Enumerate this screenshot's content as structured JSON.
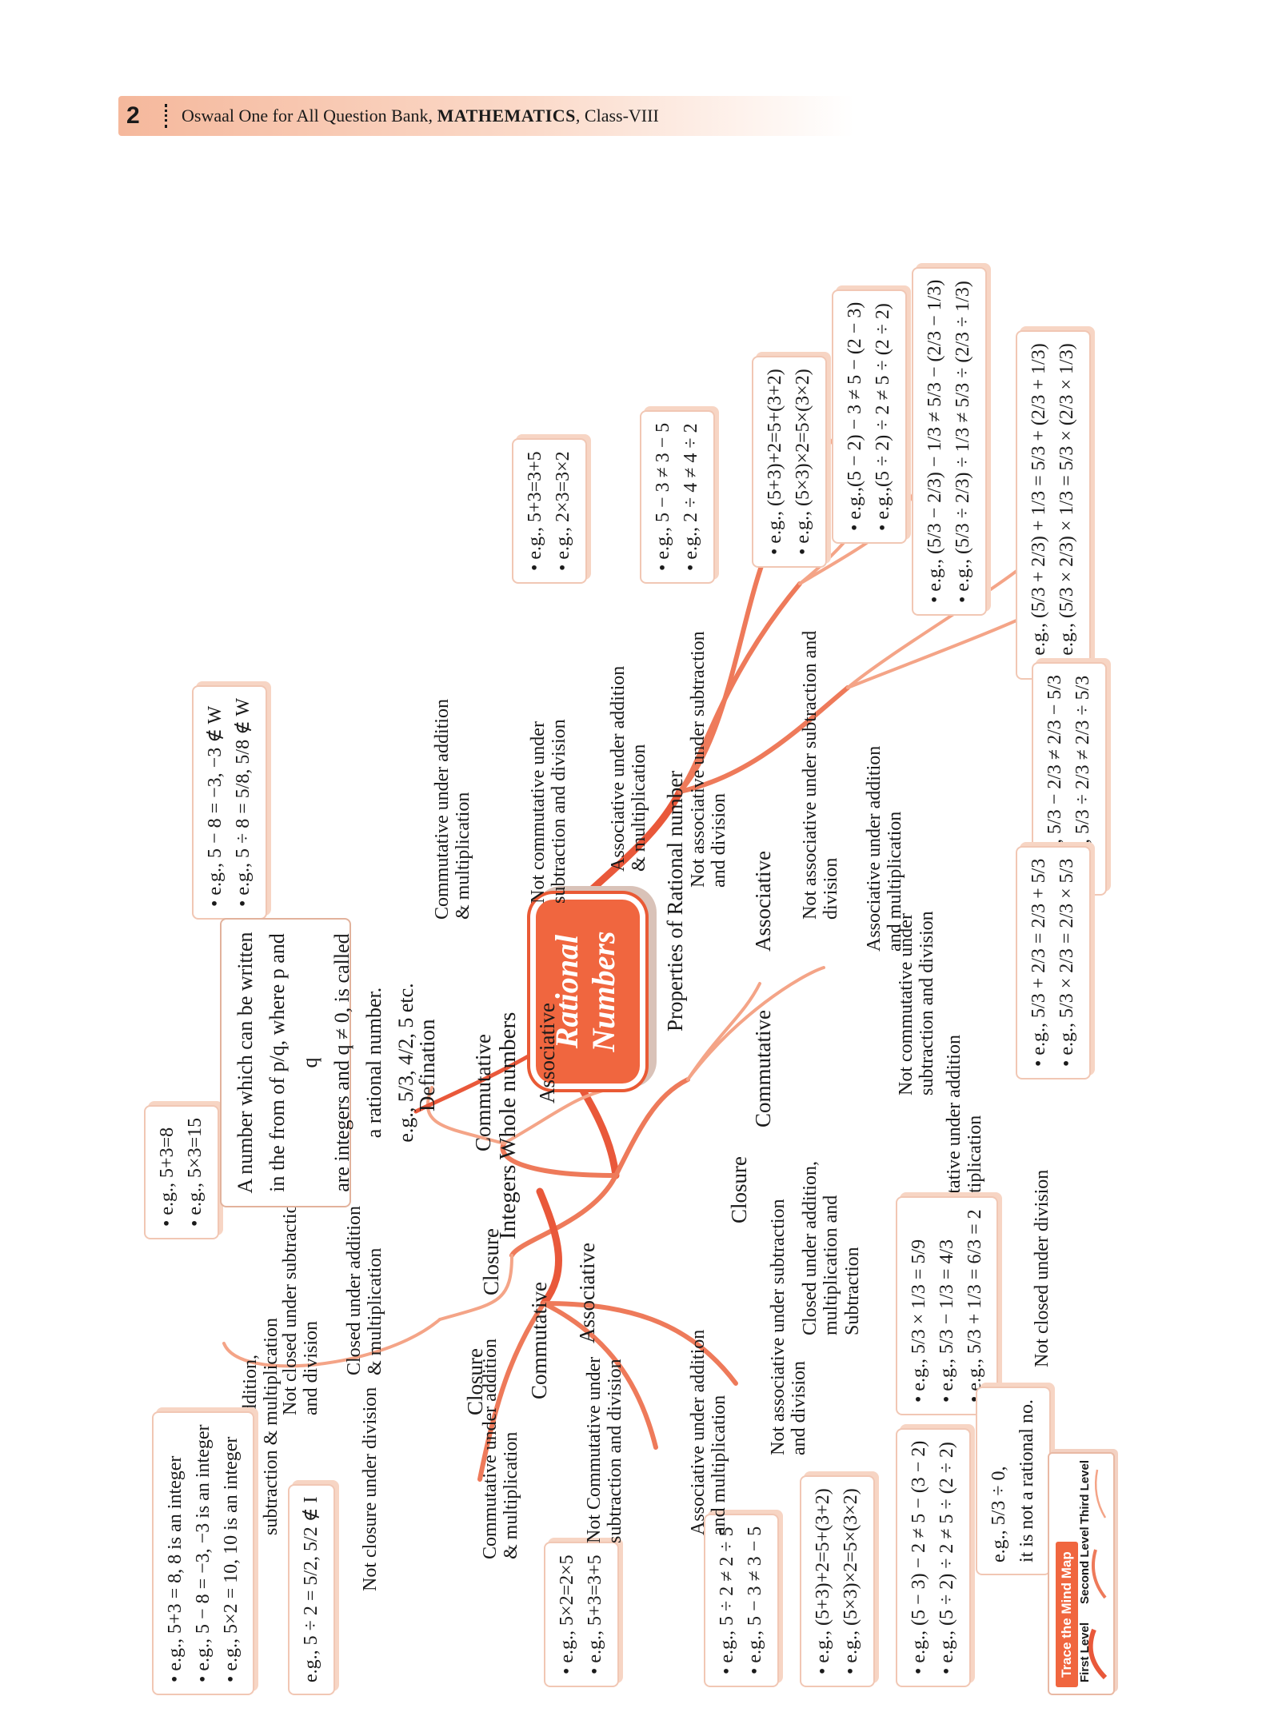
{
  "header": {
    "page_number": "2",
    "series": "Oswaal One for All Question Bank,",
    "subject": "MATHEMATICS",
    "class": ", Class-VIII"
  },
  "center": {
    "line1": "Rational",
    "line2": "Numbers"
  },
  "branches": {
    "whole": {
      "line1": "Whole",
      "line2": "numbers",
      "closure": "Closure",
      "closed_label1": "Closed under addition",
      "closed_label2": "& multiplication",
      "closed_examples": [
        "e.g., 5+3=8",
        "e.g., 5×3=15"
      ],
      "notclosed_label1": "Not closed under subtraction",
      "notclosed_label2": "and division",
      "notclosed_examples": [
        "e.g., 5 − 8 = −3, −3 ∉ W",
        "e.g., 5 ÷ 8 = 5/8, 5/8 ∉ W"
      ],
      "commutative": "Commutative",
      "comm_label1": "Commutative under addition",
      "comm_label2": "& multiplication",
      "comm_examples": [
        "e.g., 5+3=3+5",
        "e.g., 2×3=3×2"
      ],
      "notcomm_label1": "Not commutative under",
      "notcomm_label2": "subtraction and division",
      "notcomm_examples": [
        "e.g., 5 − 3 ≠ 3 − 5",
        "e.g., 2 ÷ 4 ≠ 4 ÷ 2"
      ],
      "associative": "Associative",
      "assoc_label1": "Associative under addition",
      "assoc_label2": "& multiplication",
      "assoc_examples": [
        "e.g., (5+3)+2=5+(3+2)",
        "e.g., (5×3)×2=5×(3×2)"
      ],
      "notassoc_label1": "Not associative under subtraction",
      "notassoc_label2": "and division",
      "notassoc_examples": [
        "e.g.,(5 − 2) − 3 ≠ 5 − (2 − 3)",
        "e.g.,(5 ÷ 2) ÷ 2 ≠ 5 ÷ (2 ÷ 2)"
      ]
    },
    "properties": {
      "line1": "Properties",
      "line2": "of Rational",
      "line3": "number",
      "associative": "Associative",
      "notassoc_label1": "Not associative under subtraction and",
      "notassoc_label2": "division",
      "notassoc_examples": [
        "e.g., (5/3 − 2/3) − 1/3 ≠ 5/3 − (2/3 − 1/3)",
        "e.g., (5/3 ÷ 2/3) ÷ 1/3 ≠ 5/3 ÷ (2/3 ÷ 1/3)"
      ],
      "assoc_label1": "Associative under addition",
      "assoc_label2": "and multiplication",
      "assoc_examples": [
        "e.g., (5/3 + 2/3) + 1/3 = 5/3 + (2/3 + 1/3)",
        "e.g., (5/3 × 2/3) × 1/3 = 5/3 × (2/3 × 1/3)"
      ],
      "commutative": "Commutative",
      "notcomm_label1": "Not commutative under",
      "notcomm_label2": "subtraction and division",
      "notcomm_examples": [
        "e.g., 5/3 − 2/3 ≠ 2/3 − 5/3",
        "e.g., 5/3 ÷ 2/3 ≠ 2/3 ÷ 5/3"
      ],
      "comm_label1": "Commutative under addition",
      "comm_label2": "and multiplication",
      "comm_examples": [
        "e.g., 5/3 + 2/3 = 2/3 + 5/3",
        "e.g., 5/3 × 2/3 = 2/3 × 5/3"
      ],
      "closure": "Closure",
      "closed_label1": "Closed under addition,",
      "closed_label2": "multiplication and",
      "closed_label3": "Subtraction",
      "closed_examples": [
        "e.g., 5/3 × 1/3 = 5/9",
        "e.g., 5/3 − 1/3 = 4/3",
        "e.g., 5/3 + 1/3 = 6/3 = 2"
      ],
      "notclosed_label": "Not closed under division",
      "notclosed_example": "e.g., 5/3 ÷ 0,",
      "notclosed_note": "it is not a rational no."
    },
    "definition": {
      "label": "Defination",
      "text1": "A number which can be written",
      "text2": "in the from of p/q, where p and q",
      "text3": "are integers and q ≠ 0, is called",
      "text4": "a rational number.",
      "text5": "e.g., 5/3, 4/2, 5 etc."
    },
    "integers": {
      "label": "Integers",
      "closure": "Closure",
      "closure_label1": "Closure under addition,",
      "closure_label2": "subtraction & multiplication",
      "closure_examples": [
        "e.g., 5+3 = 8, 8 is an integer",
        "e.g., 5 − 8 = −3, −3 is an integer",
        "e.g., 5×2 = 10, 10 is an integer"
      ],
      "notclosure_label": "Not closure under division",
      "notclosure_example": "e.g., 5 ÷ 2 = 5/2, 5/2 ∉ I",
      "commutative": "Commutative",
      "comm_label1": "Commutative under addition",
      "comm_label2": "& multiplication",
      "comm_examples": [
        "e.g., 5×2=2×5",
        "e.g., 5+3=3+5"
      ],
      "notcomm_label1": "Not Commutative under",
      "notcomm_label2": "subtraction and division",
      "notcomm_examples": [
        "e.g., 5 ÷ 2 ≠ 2 ÷ 5",
        "e.g., 5 − 3 ≠ 3 − 5"
      ],
      "associative": "Associative",
      "assoc_label1": "Associative under addition",
      "assoc_label2": "and multiplication",
      "assoc_examples": [
        "e.g., (5+3)+2=5+(3+2)",
        "e.g., (5×3)×2=5×(3×2)"
      ],
      "notassoc_label1": "Not associative under subtraction",
      "notassoc_label2": "and division",
      "notassoc_examples": [
        "e.g., (5 − 3) − 2 ≠ 5 − (3 − 2)",
        "e.g., (5 ÷ 2) ÷ 2 ≠ 5 ÷ (2 ÷ 2)"
      ]
    }
  },
  "trace": {
    "title": "Trace the Mind Map",
    "first": "First Level",
    "second": "Second Level",
    "third": "Third Level"
  }
}
